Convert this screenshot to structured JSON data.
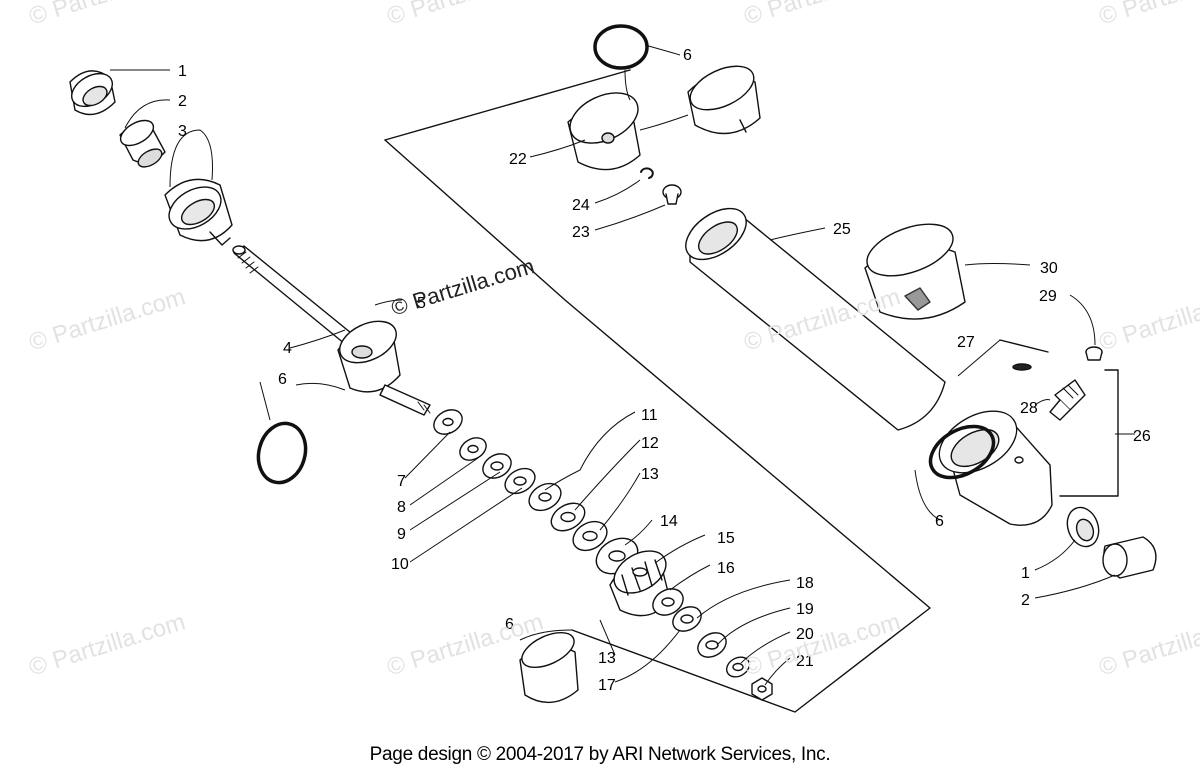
{
  "watermark": "© Partzilla.com",
  "brand_stamp": "© Partzilla.com",
  "footer": "Page design © 2004-2017 by ARI Network Services, Inc.",
  "callouts": [
    "1",
    "2",
    "3",
    "4",
    "5",
    "6",
    "6",
    "6",
    "6",
    "7",
    "8",
    "9",
    "10",
    "11",
    "12",
    "13",
    "14",
    "15",
    "16",
    "13",
    "17",
    "18",
    "19",
    "20",
    "21",
    "22",
    "24",
    "23",
    "25",
    "30",
    "29",
    "27",
    "28",
    "26",
    "1",
    "2"
  ]
}
